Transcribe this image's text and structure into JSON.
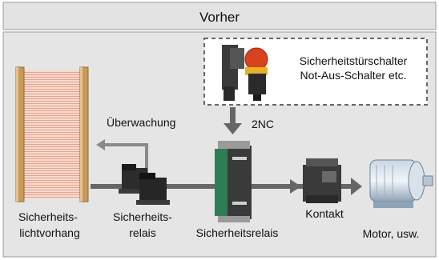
{
  "header": {
    "title": "Vorher"
  },
  "labels": {
    "door_switch": "Sicherheitstürschalter",
    "estop": "Not-Aus-Schalter etc.",
    "nc": "2NC",
    "monitoring": "Überwachung",
    "curtain_line1": "Sicherheits-",
    "curtain_line2": "lichtvorhang",
    "relays_line1": "Sicherheits-",
    "relays_line2": "relais",
    "safety_relay": "Sicherheitsrelais",
    "contactor": "Kontakt",
    "motor": "Motor, usw."
  },
  "colors": {
    "header_bg": "#e3e3e3",
    "panel_bg": "#e5e5e5",
    "line": "#666666",
    "curtain_beam": "#e8a08a",
    "curtain_frame": "#c89a5a",
    "estop_red": "#d8421e",
    "estop_yellow": "#e4b22a",
    "relay_green": "#2f7d55"
  }
}
